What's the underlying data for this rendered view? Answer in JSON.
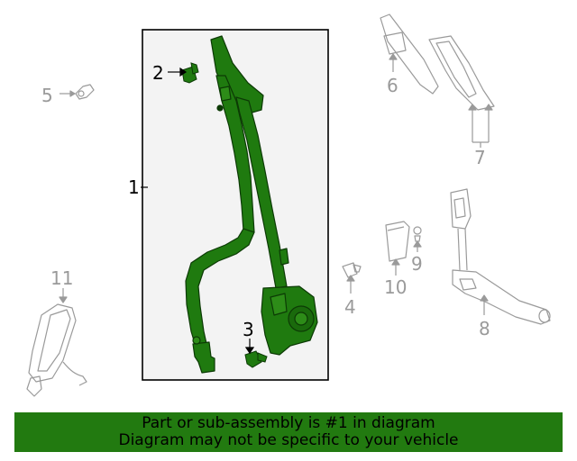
{
  "colors": {
    "highlight_part": "#1f7a0f",
    "highlight_box_bg": "#f3f3f3",
    "other_parts": "#9a9a9a",
    "banner_bg": "#227a10",
    "banner_text": "#000000"
  },
  "callouts": {
    "c1": "1",
    "c2": "2",
    "c3": "3",
    "c4": "4",
    "c5": "5",
    "c6": "6",
    "c7": "7",
    "c8": "8",
    "c9": "9",
    "c10": "10",
    "c11": "11"
  },
  "banner": {
    "line1": "Part or sub-assembly is #1 in diagram",
    "line2": "Diagram may not be specific to your vehicle"
  }
}
